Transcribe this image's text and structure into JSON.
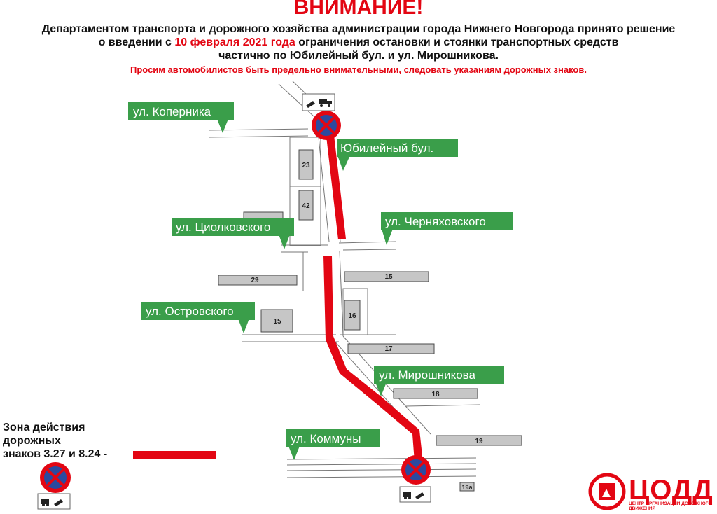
{
  "header": {
    "title": "ВНИМАНИЕ!",
    "line1": "Департаментом транспорта и дорожного хозяйства администрации города Нижнего Новгорода принято решение",
    "line2_pre": "о введении с ",
    "line2_date": "10 февраля 2021 года",
    "line2_post": "  ограничения остановки и стоянки транспортных средств",
    "line3": "частично по Юбилейный бул. и ул. Мирошникова.",
    "warning": "Просим автомобилистов быть предельно внимательными, следовать указаниям дорожных знаков."
  },
  "streets": {
    "kopernika": "ул. Коперника",
    "yubileyny": "Юбилейный бул.",
    "tsiolkovskogo": "ул. Циолковского",
    "chernyakhovskogo": "ул. Черняховского",
    "ostrovskogo": "ул. Островского",
    "miroshnikova": "ул. Мирошникова",
    "kommuny": "ул. Коммуны"
  },
  "buildings": {
    "b23": "23",
    "b42": "42",
    "b29": "29",
    "b15a": "15",
    "b15b": "15",
    "b16": "16",
    "b17": "17",
    "b18": "18",
    "b19": "19",
    "b19a": "19а"
  },
  "legend": {
    "line1": "Зона  действия",
    "line2": "дорожных",
    "line3": "знаков 3.27 и 8.24 -"
  },
  "logo": {
    "name": "ЦОДД",
    "subtitle": "ЦЕНТР ОРГАНИЗАЦИИ ДОРОЖНОГО ДВИЖЕНИЯ"
  },
  "colors": {
    "zone": "#e30613",
    "street_label": "#3a9e4a",
    "sign_ring": "#e30613",
    "sign_face": "#2b4aa0"
  },
  "icons": [
    "no-stopping-sign-icon",
    "tow-truck-icon"
  ]
}
